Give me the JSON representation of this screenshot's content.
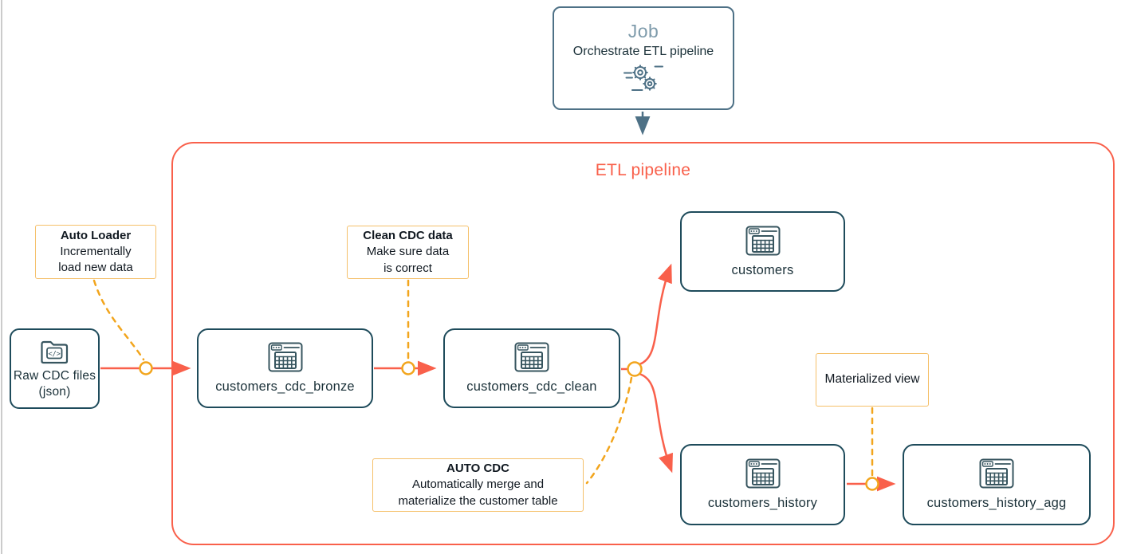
{
  "diagram": {
    "job": {
      "title": "Job",
      "subtitle": "Orchestrate ETL pipeline",
      "icon": "gears-icon"
    },
    "pipeline_label": "ETL pipeline",
    "source_node": {
      "label": "Raw CDC files (json)",
      "icon": "code-folder-icon"
    },
    "nodes": {
      "bronze": {
        "label": "customers_cdc_bronze",
        "icon": "table-icon"
      },
      "clean": {
        "label": "customers_cdc_clean",
        "icon": "table-icon"
      },
      "customers": {
        "label": "customers",
        "icon": "table-icon"
      },
      "history": {
        "label": "customers_history",
        "icon": "table-icon"
      },
      "history_agg": {
        "label": "customers_history_agg",
        "icon": "table-icon"
      }
    },
    "annotations": {
      "auto_loader": {
        "title": "Auto Loader",
        "line1": "Incrementally",
        "line2": "load new data"
      },
      "clean_cdc": {
        "title": "Clean CDC data",
        "line1": "Make sure data",
        "line2": "is correct"
      },
      "auto_cdc": {
        "title": "AUTO CDC",
        "line1": "Automatically merge and",
        "line2": "materialize the customer table"
      },
      "materialized_view": {
        "label": "Materialized view"
      }
    },
    "colors": {
      "accent_red": "#F9604B",
      "accent_amber": "#F2A51D",
      "annotation_border": "#F5C06A",
      "node_border": "#1E4B5B",
      "job_border": "#4E7186",
      "job_title": "#7E9BAB",
      "text": "#1B3139"
    }
  }
}
